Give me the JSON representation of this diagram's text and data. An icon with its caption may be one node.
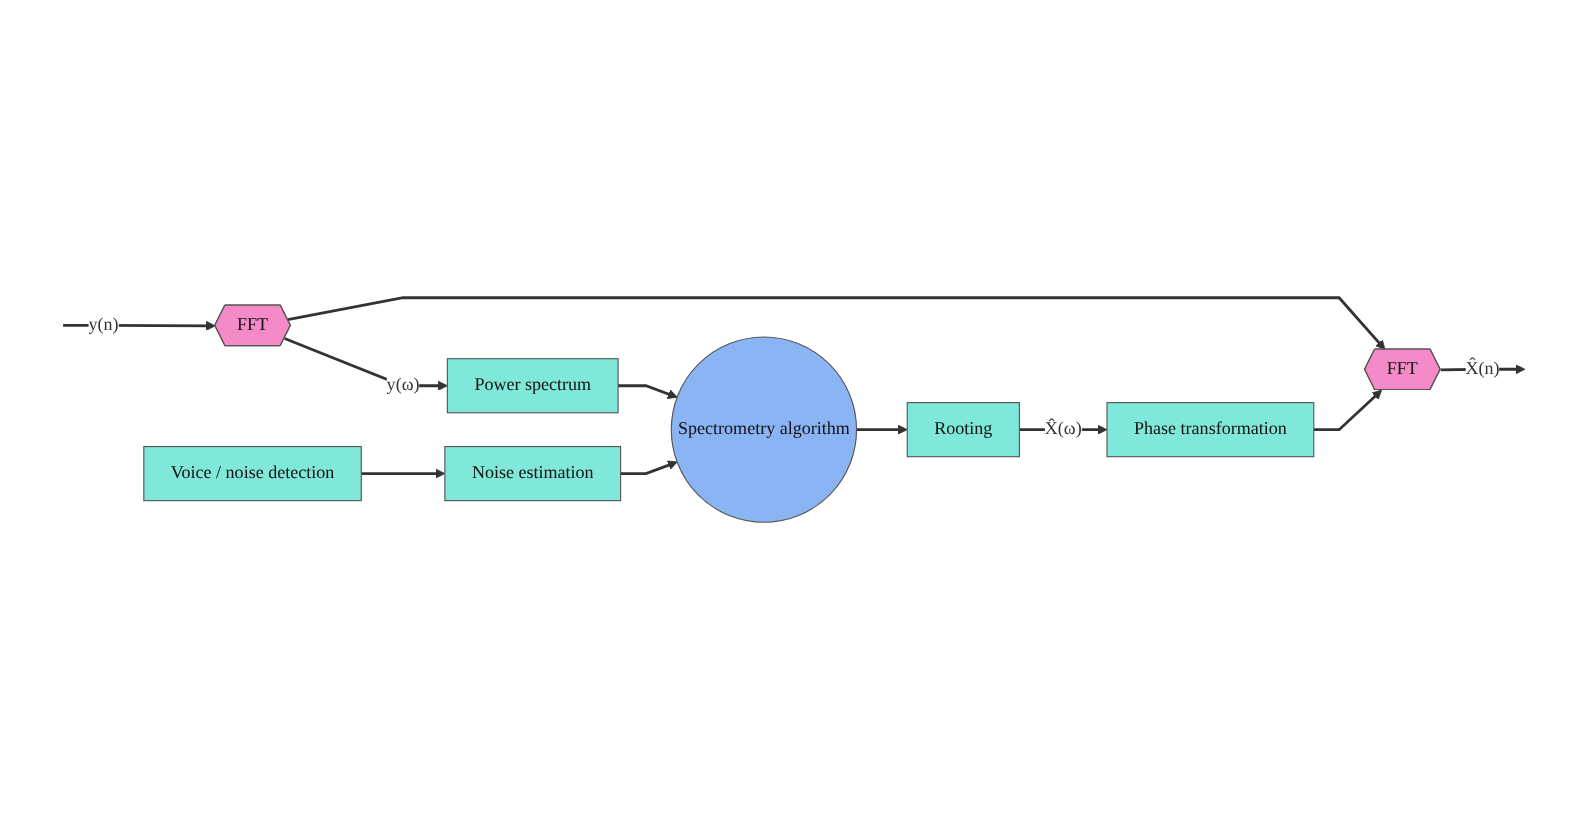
{
  "diagram": {
    "nodes": [
      {
        "text": [
          "FFT"
        ]
      },
      {
        "text": [
          "Power spectrum"
        ]
      },
      {
        "text": [
          "Noise estimation"
        ]
      },
      {
        "text": [
          "Voice / noise detection"
        ]
      },
      {
        "text": [
          "Spectrometry algorithm"
        ]
      },
      {
        "text": [
          "Rooting"
        ]
      },
      {
        "text": [
          "Phase transformation"
        ]
      },
      {
        "text": [
          "FFT"
        ]
      }
    ],
    "edges": [
      {
        "from": null,
        "to": 0,
        "arrow": "to",
        "label": "y(n)"
      },
      {
        "from": 0,
        "to": 1,
        "arrow": "to",
        "label": "y(ω)"
      },
      {
        "from": 0,
        "to": 7,
        "arrow": "to"
      },
      {
        "from": 3,
        "to": 2,
        "arrow": "to"
      },
      {
        "from": 2,
        "to": 4,
        "arrow": "to"
      },
      {
        "from": 1,
        "to": 4,
        "arrow": "to"
      },
      {
        "from": 4,
        "to": 5,
        "arrow": "to"
      },
      {
        "from": 5,
        "to": 6,
        "arrow": "to",
        "label": "X̂(ω)"
      },
      {
        "from": 6,
        "to": 7,
        "arrow": "to"
      },
      {
        "from": 7,
        "to": null,
        "arrow": "to",
        "label": "X̂(n)"
      }
    ]
  }
}
